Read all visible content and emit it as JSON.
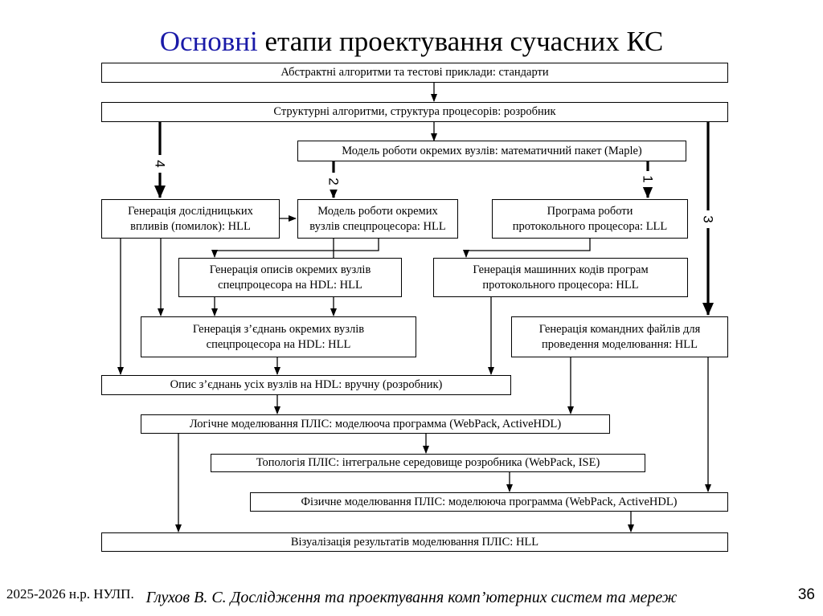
{
  "title": {
    "accent": "Основні",
    "rest": " етапи проектування сучасних КС"
  },
  "colors": {
    "accent": "#1a1aa8",
    "line": "#000000"
  },
  "boxes": {
    "abstract": "Абстрактні алгоритми та тестові приклади: стандарти",
    "structural": "Структурні алгоритми, структура процесорів: розробник",
    "model_nodes": "Модель роботи окремих вузлів: математичний пакет (Maple)",
    "test_gen": "Генерація дослідницьких\nвпливів (помилок): HLL",
    "model_special": "Модель роботи окремих\nвузлів спецпроцесора: HLL",
    "protocol_program": "Програма роботи\nпротокольного процесора: LLL",
    "gen_desc": "Генерація описів окремих вузлів\nспецпроцесора на HDL: HLL",
    "gen_machine": "Генерація машинних кодів програм\nпротокольного процесора: HLL",
    "gen_connections": "Генерація з’єднань окремих вузлів\nспецпроцесора на HDL: HLL",
    "gen_cmd": "Генерація командних файлів для\nпроведення моделювання: HLL",
    "describe_all": "Опис з’єднань усіх вузлів на HDL: вручну (розробник)",
    "logic_sim": "Логічне моделювання ПЛІС: моделюоча программа (WebPack, ActiveHDL)",
    "topology": "Топологія ПЛІС: інтегральне середовище розробника  (WebPack, ISE)",
    "physical_sim": "Фізичне моделювання ПЛІС: моделююча программа  (WebPack, ActiveHDL)",
    "visualization": "Візуалізація результатів моделювання ПЛІС: HLL"
  },
  "path_labels": {
    "p1": "1",
    "p2": "2",
    "p3": "3",
    "p4": "4"
  },
  "footer": {
    "left": "2025-2026 н.р. НУЛП.",
    "center": "Глухов В. С. Дослідження та проектування комп’ютерних систем та мереж",
    "page": "36"
  }
}
